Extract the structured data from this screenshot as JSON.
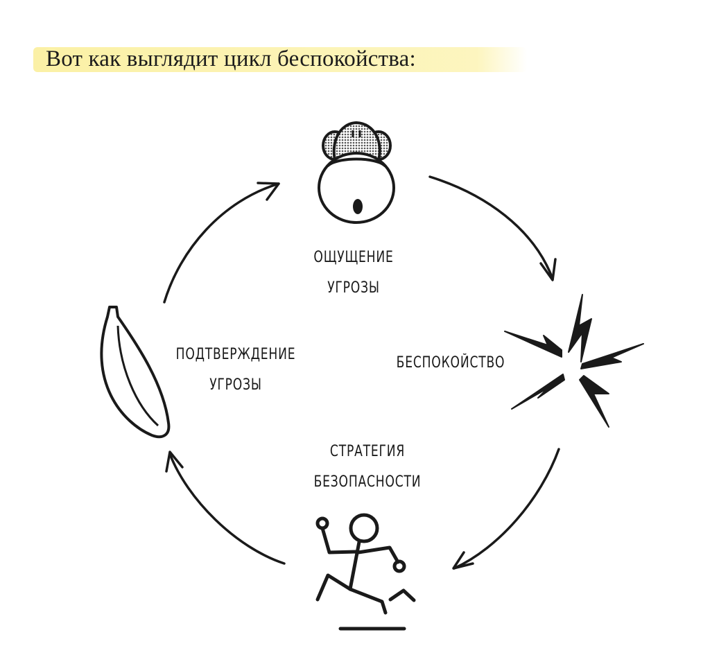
{
  "heading": "Вот как выглядит цикл беспокойства:",
  "stages": {
    "threat": {
      "line1": "Ощущение",
      "line2": "угрозы",
      "icon": "monkey-head-icon"
    },
    "anxiety": {
      "line1": "Беспокойство",
      "icon": "lightning-burst-icon"
    },
    "safety": {
      "line1": "Стратегия",
      "line2": "безопасности",
      "icon": "running-stick-figure-icon"
    },
    "confirm": {
      "line1": "Подтверждение",
      "line2": "угрозы",
      "icon": "banana-icon"
    }
  },
  "colors": {
    "ink": "#1a1a1a",
    "highlight": "#faee96",
    "monkey_hair": "#8a8a8a"
  }
}
